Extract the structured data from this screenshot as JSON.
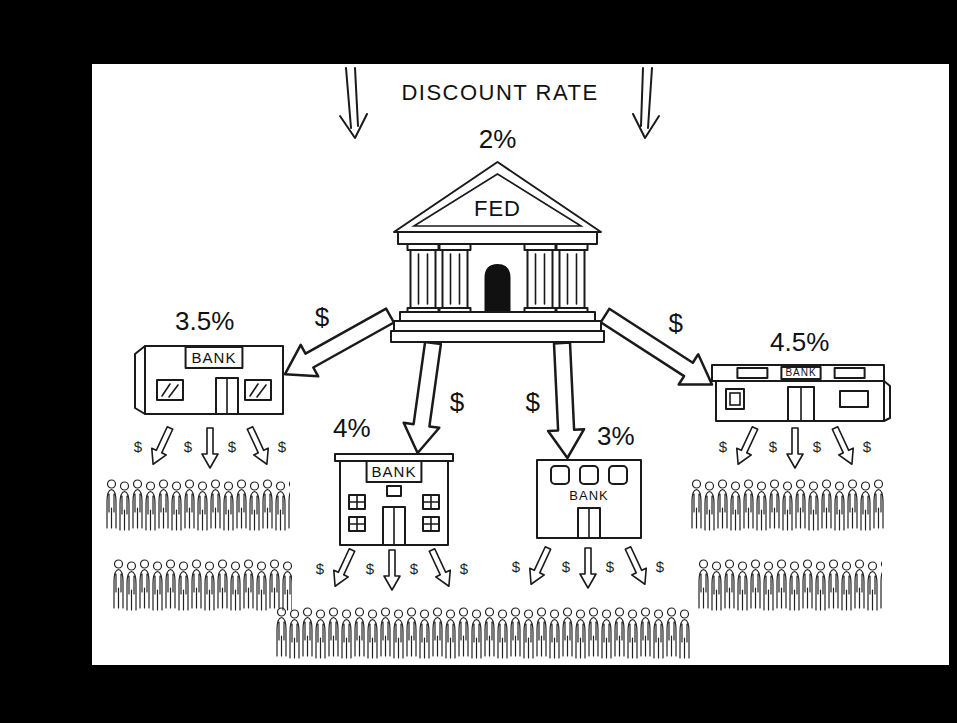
{
  "diagram": {
    "title": "DISCOUNT RATE",
    "nodes": [
      {
        "text": [
          "2%",
          "FED"
        ]
      },
      {
        "text": [
          "3.5%",
          "BANK"
        ]
      },
      {
        "text": [
          "4%",
          "BANK"
        ]
      },
      {
        "text": [
          "3%",
          "BANK"
        ]
      },
      {
        "text": [
          "4.5%",
          "BANK"
        ]
      }
    ],
    "edges": [
      {
        "from": 0,
        "to": 1,
        "label": "$",
        "arrow": "to"
      },
      {
        "from": 0,
        "to": 2,
        "label": "$",
        "arrow": "to"
      },
      {
        "from": 0,
        "to": 3,
        "label": "$",
        "arrow": "to"
      },
      {
        "from": 0,
        "to": 4,
        "label": "$",
        "arrow": "to"
      }
    ],
    "labels": [
      "$",
      "$",
      "$",
      "$",
      "$",
      "$",
      "$",
      "$",
      "$",
      "$",
      "$",
      "$",
      "$",
      "$",
      "$",
      "$"
    ]
  }
}
